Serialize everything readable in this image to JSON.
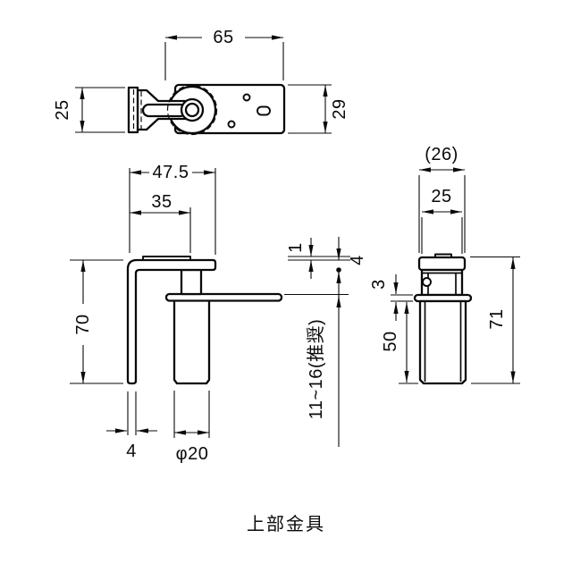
{
  "title": "上部金具",
  "top_view": {
    "width": "65",
    "strip_height": "25",
    "plate_height": "29"
  },
  "side_view": {
    "overall_width": "47.5",
    "tongue_width": "35",
    "height": "70",
    "leg_thickness": "4",
    "cylinder_diameter": "φ20",
    "rib_height": "1",
    "plate_thickness": "4",
    "clamp_range": "11~16(推奨)"
  },
  "front_view": {
    "cap_width_ref": "(26)",
    "body_width": "25",
    "flange_thickness": "3",
    "stem_length": "50",
    "total_height": "71"
  }
}
